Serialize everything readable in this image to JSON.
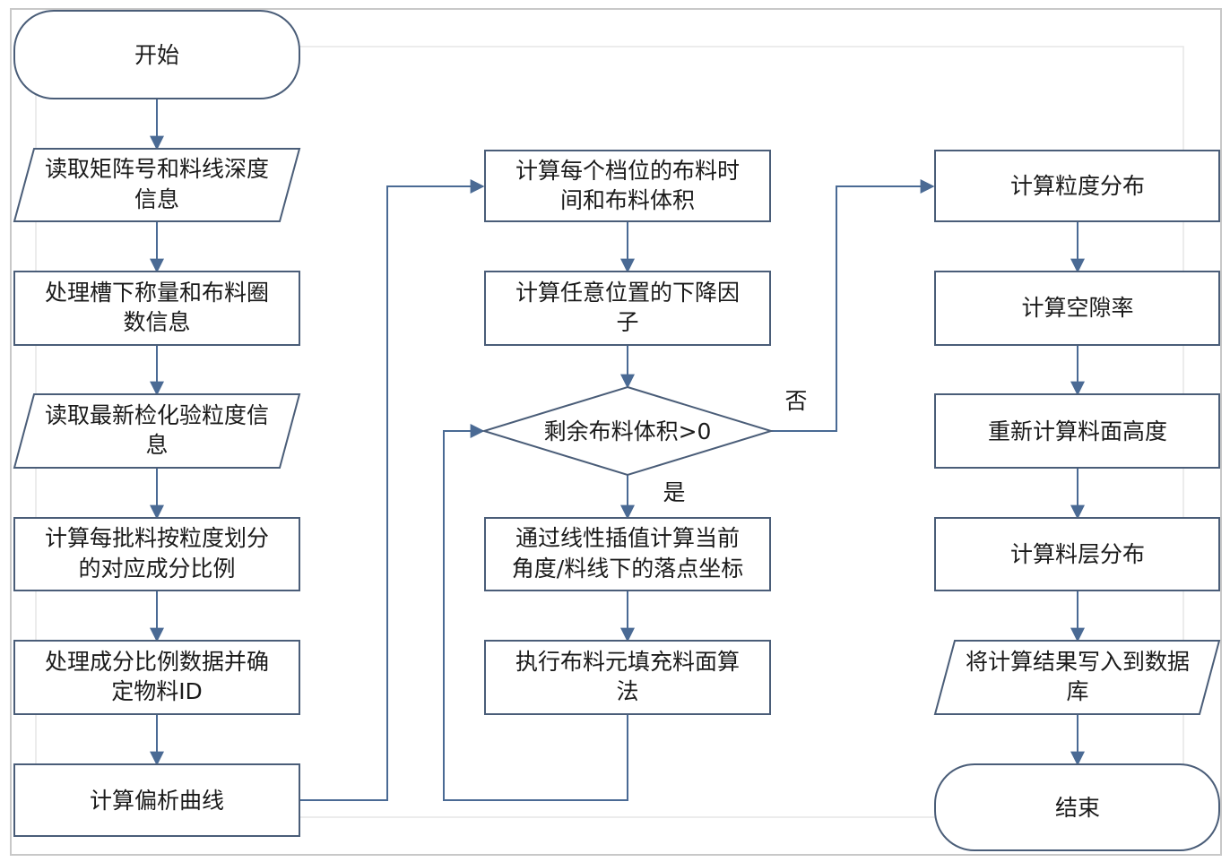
{
  "nodes": {
    "start": "开始",
    "read_matrix": [
      "读取矩阵号和料线深度",
      "信息"
    ],
    "process_weight": [
      "处理槽下称量和布料圈",
      "数信息"
    ],
    "read_particle": [
      "读取最新检化验粒度信",
      "息"
    ],
    "calc_ratio": [
      "计算每批料按粒度划分",
      "的对应成分比例"
    ],
    "process_ratio": [
      "处理成分比例数据并确",
      "定物料ID"
    ],
    "calc_bias": "计算偏析曲线",
    "calc_time_volume": [
      "计算每个档位的布料时",
      "间和布料体积"
    ],
    "calc_factor": [
      "计算任意位置的下降因",
      "子"
    ],
    "decision": "剩余布料体积>0",
    "interp": [
      "通过线性插值计算当前",
      "角度/料线下的落点坐标"
    ],
    "fill_algo": [
      "执行布料元填充料面算",
      "法"
    ],
    "calc_particle_dist": "计算粒度分布",
    "calc_void": "计算空隙率",
    "recalc_height": "重新计算料面高度",
    "calc_layer": "计算料层分布",
    "write_db": [
      "将计算结果写入到数据",
      "库"
    ],
    "end": "结束"
  },
  "edge_labels": {
    "yes": "是",
    "no": "否"
  },
  "colors": {
    "node_stroke": "#4a5d78",
    "edge": "#4a6a94",
    "frame": "#c8c8c8"
  }
}
